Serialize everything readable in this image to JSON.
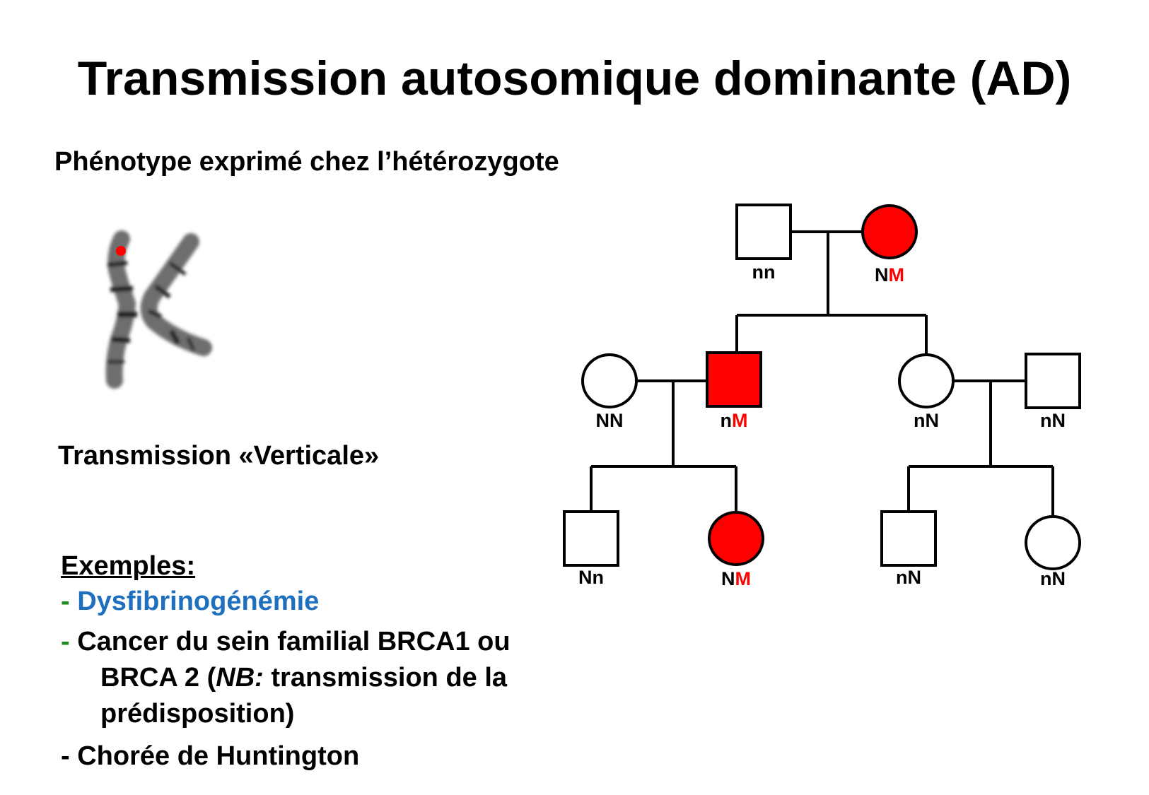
{
  "slide": {
    "title": "Transmission autosomique dominante (AD)",
    "subtitle": "Phénotype exprimé chez l’hétérozygote",
    "transmission_label": "Transmission «Verticale»",
    "examples_heading": "Exemples:",
    "examples": [
      {
        "dash": "-",
        "text": "Dysfibrinogénémie"
      },
      {
        "dash": "-",
        "line1": "Cancer du sein familial BRCA1 ou",
        "line2_pre": "BRCA 2 (",
        "line2_italic": "NB:",
        "line2_post": " transmission de la",
        "line3": "prédisposition)"
      },
      {
        "dash": "-",
        "text": "Chorée de Huntington"
      }
    ]
  },
  "colors": {
    "affected": "#ff0000",
    "unaffected": "#ffffff",
    "line": "#000000",
    "example_dash": "#1f8a1f",
    "example_highlight": "#1f6fbf"
  },
  "pedigree": {
    "generation1": [
      {
        "sex": "male",
        "affected": false,
        "genotype": [
          {
            "t": "nn",
            "red": false
          }
        ]
      },
      {
        "sex": "female",
        "affected": true,
        "genotype": [
          {
            "t": "N",
            "red": false
          },
          {
            "t": "M",
            "red": true
          }
        ]
      }
    ],
    "generation2": [
      {
        "sex": "female",
        "affected": false,
        "genotype": [
          {
            "t": "NN",
            "red": false
          }
        ]
      },
      {
        "sex": "male",
        "affected": true,
        "genotype": [
          {
            "t": "n",
            "red": false
          },
          {
            "t": "M",
            "red": true
          }
        ]
      },
      {
        "sex": "female",
        "affected": false,
        "genotype": [
          {
            "t": "nN",
            "red": false
          }
        ]
      },
      {
        "sex": "male",
        "affected": false,
        "genotype": [
          {
            "t": "nN",
            "red": false
          }
        ]
      }
    ],
    "generation3": [
      {
        "sex": "male",
        "affected": false,
        "genotype": [
          {
            "t": "Nn",
            "red": false
          }
        ]
      },
      {
        "sex": "female",
        "affected": true,
        "genotype": [
          {
            "t": "N",
            "red": false
          },
          {
            "t": "M",
            "red": true
          }
        ]
      },
      {
        "sex": "male",
        "affected": false,
        "genotype": [
          {
            "t": "nN",
            "red": false
          }
        ]
      },
      {
        "sex": "female",
        "affected": false,
        "genotype": [
          {
            "t": "nN",
            "red": false
          }
        ]
      }
    ]
  }
}
